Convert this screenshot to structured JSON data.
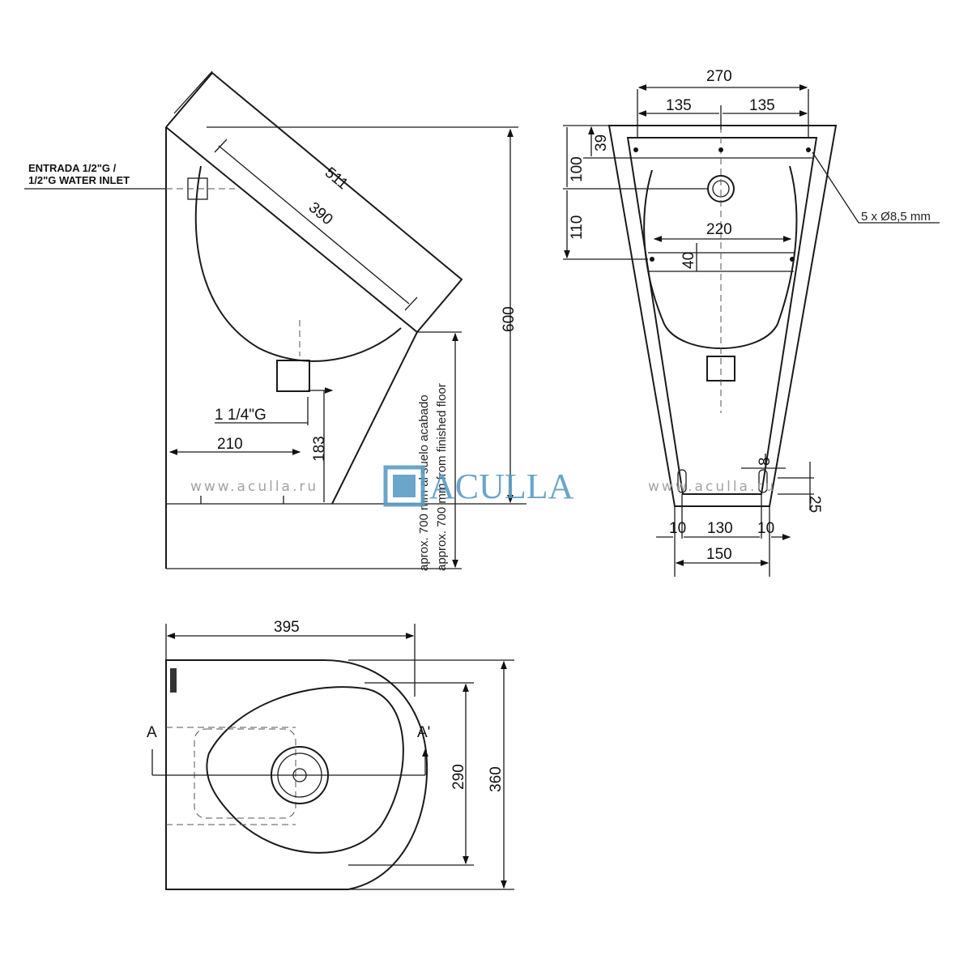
{
  "side_view": {
    "inlet_label_es": "ENTRADA 1/2\"G /",
    "inlet_label_en": "1/2\"G WATER INLET",
    "dim_511": "511",
    "dim_390": "390",
    "dim_600": "600",
    "dim_210": "210",
    "dim_183": "183",
    "outlet_thread": "1 1/4\"G",
    "height_note_es": "aprox. 700 mm al suelo acabado",
    "height_note_en": "approx. 700 mm from finished floor"
  },
  "front_view": {
    "dim_270": "270",
    "dim_135_left": "135",
    "dim_135_right": "135",
    "dim_39": "39",
    "dim_100": "100",
    "dim_110": "110",
    "dim_220": "220",
    "dim_40": "40",
    "holes_note": "5 x Ø8,5 mm",
    "dim_8": "8",
    "dim_25": "25",
    "dim_10_left": "10",
    "dim_130": "130",
    "dim_10_right": "10",
    "dim_150": "150"
  },
  "top_view": {
    "dim_395": "395",
    "dim_290": "290",
    "dim_360": "360",
    "section_a": "A",
    "section_a_prime": "A'"
  },
  "watermark": {
    "url_left": "www.aculla.ru",
    "url_right": "www.aculla.ru",
    "logo_text": "ACULLA",
    "logo_color": "#5b9cc4"
  }
}
